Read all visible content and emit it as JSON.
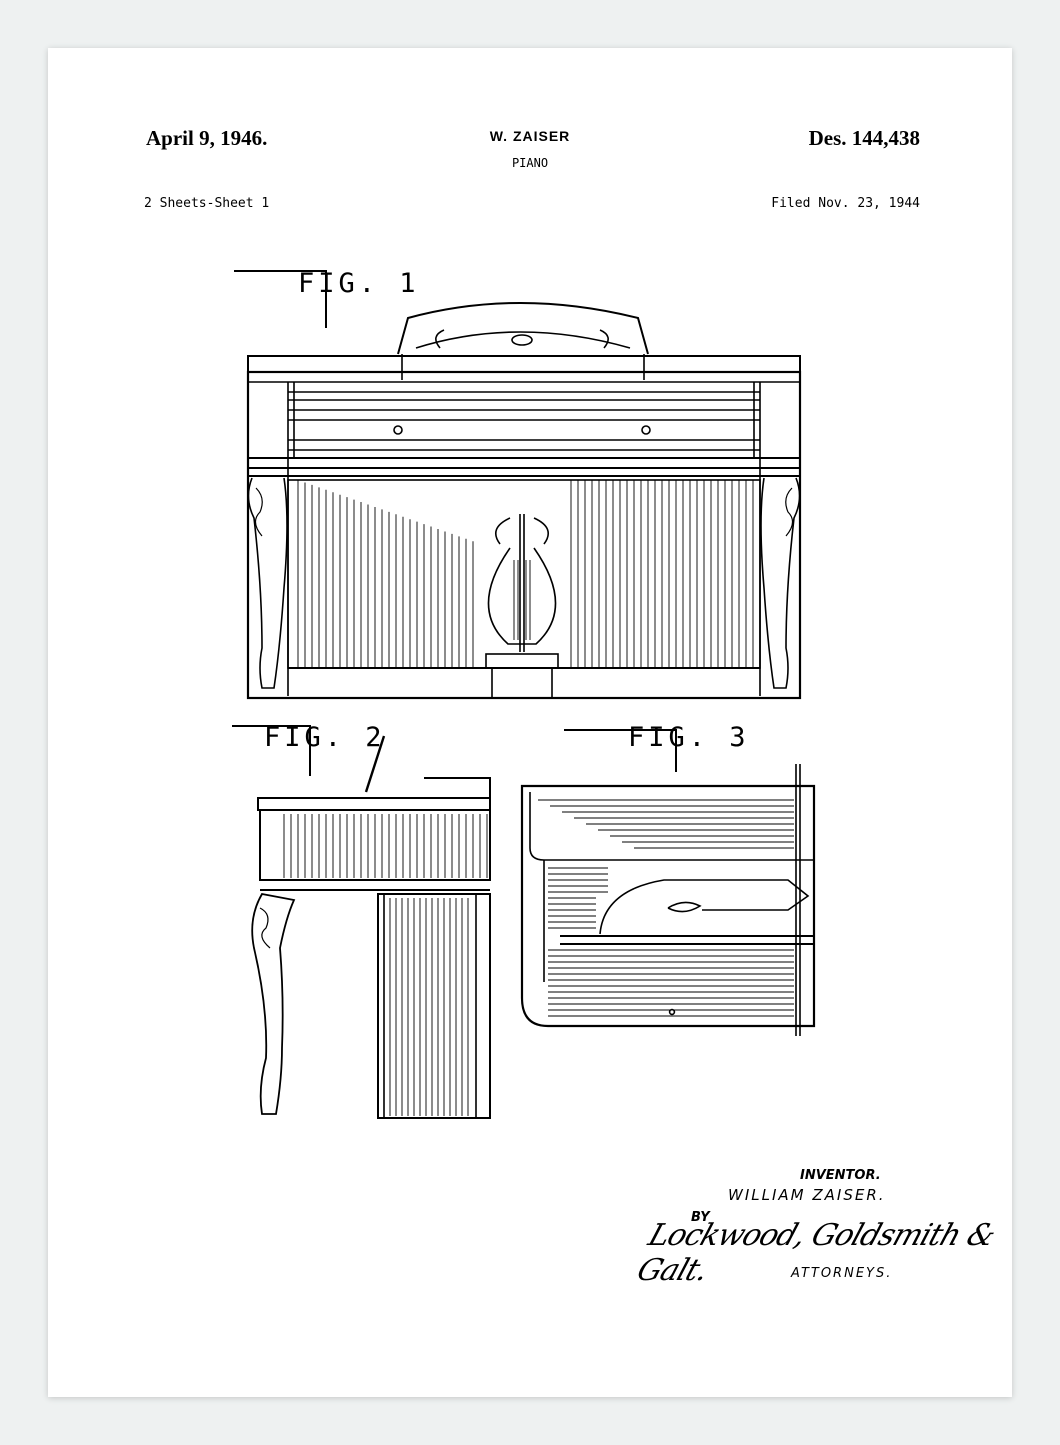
{
  "header": {
    "date": "April 9, 1946.",
    "inventor_name": "W. ZAISER",
    "title": "PIANO",
    "patent_number": "Des. 144,438",
    "sheets": "2 Sheets-Sheet 1",
    "filed": "Filed Nov. 23, 1944"
  },
  "figures": [
    {
      "label": "FIG. 1",
      "icon": "piano-front-view-drawing"
    },
    {
      "label": "FIG. 2",
      "icon": "piano-side-view-drawing"
    },
    {
      "label": "FIG. 3",
      "icon": "piano-top-view-drawing"
    }
  ],
  "signature": {
    "inventor_label": "INVENTOR.",
    "inventor_name": "WILLIAM ZAISER.",
    "by_label": "BY",
    "attorney_signature": "Lockwood, Goldsmith & Galt.",
    "attorneys_label": "ATTORNEYS."
  },
  "colors": {
    "page_background": "#eef1f1",
    "sheet": "#ffffff",
    "ink": "#000000"
  }
}
